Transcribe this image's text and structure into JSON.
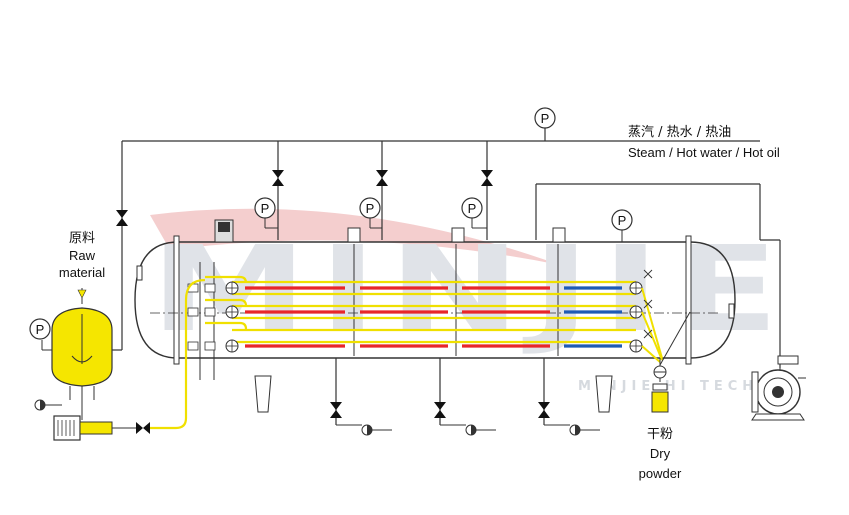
{
  "labels": {
    "supply_cn": "蒸汽 / 热水 / 热油",
    "supply_en": "Steam / Hot water / Hot oil",
    "raw_cn": "原料",
    "raw_en_1": "Raw",
    "raw_en_2": "material",
    "dry_cn": "干粉",
    "dry_en_1": "Dry",
    "dry_en_2": "powder",
    "gauge": "P"
  },
  "watermark": {
    "brand": "MINJIE",
    "sub": "MINJIE HI TECH"
  },
  "colors": {
    "line": "#333333",
    "yellow": "#f5e600",
    "yellow_line": "#f0e000",
    "red": "#e8262a",
    "blue": "#1f5bb5",
    "watermark": "#d9dde3",
    "watermark_red": "#f3c9c9"
  }
}
